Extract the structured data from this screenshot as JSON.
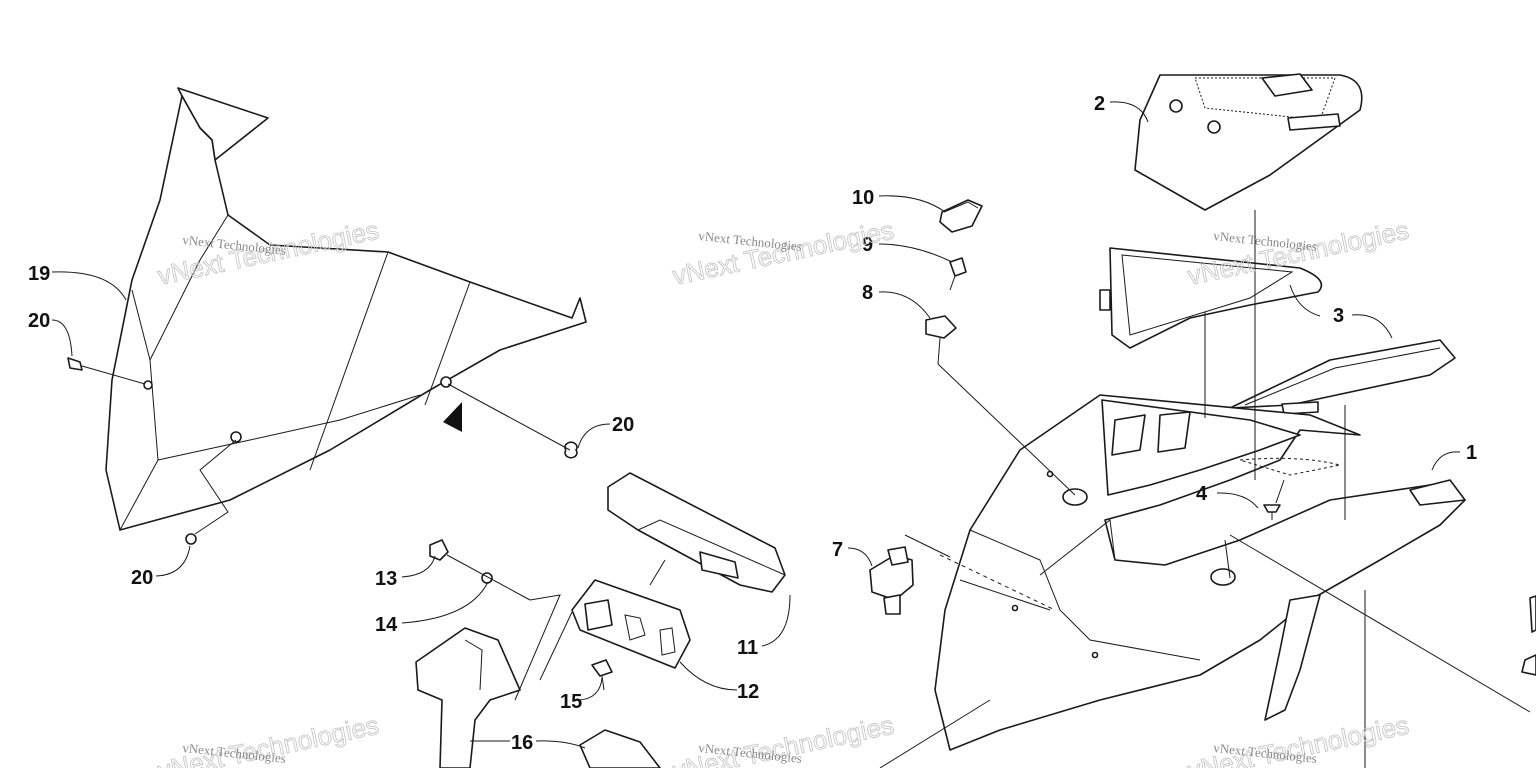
{
  "watermark": {
    "large": "vNext Technologies",
    "small": "vNext Technologies"
  },
  "callouts": {
    "c1": "1",
    "c2": "2",
    "c3": "3",
    "c4": "4",
    "c7": "7",
    "c8": "8",
    "c9": "9",
    "c10": "10",
    "c11": "11",
    "c12": "12",
    "c13": "13",
    "c14": "14",
    "c15": "15",
    "c16": "16",
    "c19": "19",
    "c20a": "20",
    "c20b": "20",
    "c20c": "20"
  }
}
